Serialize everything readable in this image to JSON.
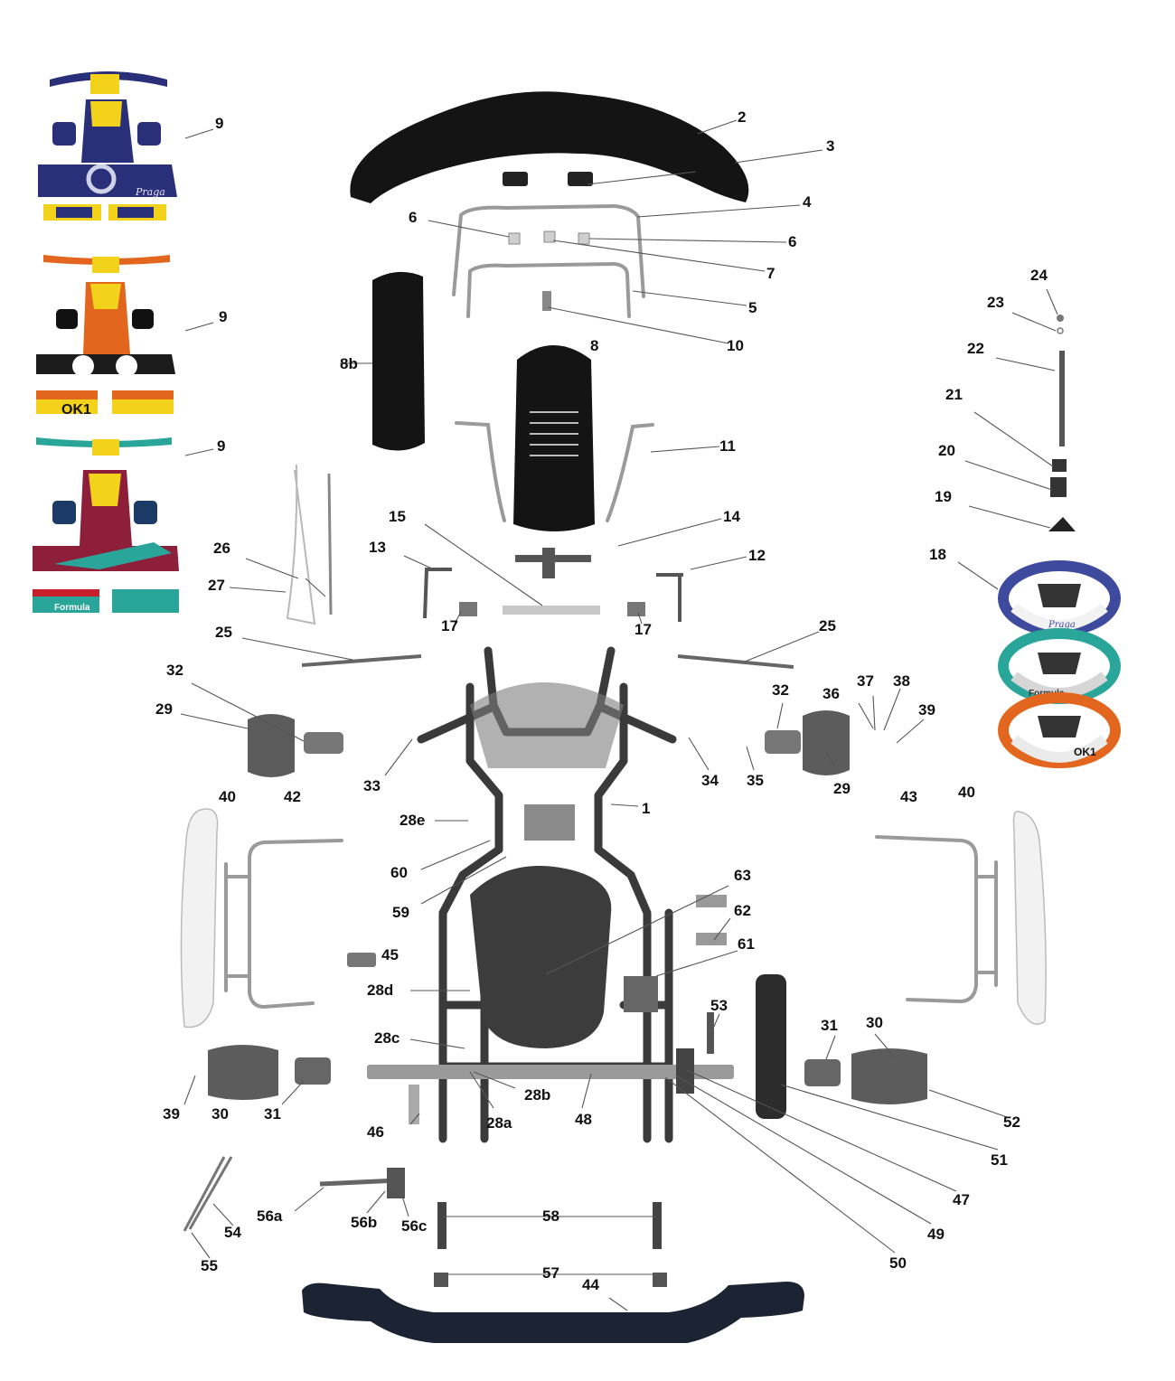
{
  "callouts": [
    {
      "id": "c1",
      "text": "1"
    },
    {
      "id": "c2",
      "text": "2"
    },
    {
      "id": "c3",
      "text": "3"
    },
    {
      "id": "c4",
      "text": "4"
    },
    {
      "id": "c5",
      "text": "5"
    },
    {
      "id": "c6a",
      "text": "6"
    },
    {
      "id": "c6b",
      "text": "6"
    },
    {
      "id": "c7",
      "text": "7"
    },
    {
      "id": "c8",
      "text": "8"
    },
    {
      "id": "c8b",
      "text": "8b"
    },
    {
      "id": "c9a",
      "text": "9"
    },
    {
      "id": "c9b",
      "text": "9"
    },
    {
      "id": "c9c",
      "text": "9"
    },
    {
      "id": "c10",
      "text": "10"
    },
    {
      "id": "c11",
      "text": "11"
    },
    {
      "id": "c12",
      "text": "12"
    },
    {
      "id": "c13",
      "text": "13"
    },
    {
      "id": "c14",
      "text": "14"
    },
    {
      "id": "c15",
      "text": "15"
    },
    {
      "id": "c17a",
      "text": "17"
    },
    {
      "id": "c17b",
      "text": "17"
    },
    {
      "id": "c18",
      "text": "18"
    },
    {
      "id": "c19",
      "text": "19"
    },
    {
      "id": "c20",
      "text": "20"
    },
    {
      "id": "c21",
      "text": "21"
    },
    {
      "id": "c22",
      "text": "22"
    },
    {
      "id": "c23",
      "text": "23"
    },
    {
      "id": "c24",
      "text": "24"
    },
    {
      "id": "c25a",
      "text": "25"
    },
    {
      "id": "c25b",
      "text": "25"
    },
    {
      "id": "c26",
      "text": "26"
    },
    {
      "id": "c27",
      "text": "27"
    },
    {
      "id": "c28a",
      "text": "28a"
    },
    {
      "id": "c28b",
      "text": "28b"
    },
    {
      "id": "c28c",
      "text": "28c"
    },
    {
      "id": "c28d",
      "text": "28d"
    },
    {
      "id": "c28e",
      "text": "28e"
    },
    {
      "id": "c29a",
      "text": "29"
    },
    {
      "id": "c29b",
      "text": "29"
    },
    {
      "id": "c30a",
      "text": "30"
    },
    {
      "id": "c30b",
      "text": "30"
    },
    {
      "id": "c31a",
      "text": "31"
    },
    {
      "id": "c31b",
      "text": "31"
    },
    {
      "id": "c32a",
      "text": "32"
    },
    {
      "id": "c32b",
      "text": "32"
    },
    {
      "id": "c33",
      "text": "33"
    },
    {
      "id": "c34",
      "text": "34"
    },
    {
      "id": "c35",
      "text": "35"
    },
    {
      "id": "c36",
      "text": "36"
    },
    {
      "id": "c37",
      "text": "37"
    },
    {
      "id": "c38",
      "text": "38"
    },
    {
      "id": "c39a",
      "text": "39"
    },
    {
      "id": "c39b",
      "text": "39"
    },
    {
      "id": "c40a",
      "text": "40"
    },
    {
      "id": "c40b",
      "text": "40"
    },
    {
      "id": "c42",
      "text": "42"
    },
    {
      "id": "c43",
      "text": "43"
    },
    {
      "id": "c44",
      "text": "44"
    },
    {
      "id": "c45",
      "text": "45"
    },
    {
      "id": "c46",
      "text": "46"
    },
    {
      "id": "c47",
      "text": "47"
    },
    {
      "id": "c48",
      "text": "48"
    },
    {
      "id": "c49",
      "text": "49"
    },
    {
      "id": "c50",
      "text": "50"
    },
    {
      "id": "c51",
      "text": "51"
    },
    {
      "id": "c52",
      "text": "52"
    },
    {
      "id": "c53",
      "text": "53"
    },
    {
      "id": "c54",
      "text": "54"
    },
    {
      "id": "c55",
      "text": "55"
    },
    {
      "id": "c56a",
      "text": "56a"
    },
    {
      "id": "c56b",
      "text": "56b"
    },
    {
      "id": "c56c",
      "text": "56c"
    },
    {
      "id": "c57",
      "text": "57"
    },
    {
      "id": "c58",
      "text": "58"
    },
    {
      "id": "c59",
      "text": "59"
    },
    {
      "id": "c60",
      "text": "60"
    },
    {
      "id": "c61",
      "text": "61"
    },
    {
      "id": "c62",
      "text": "62"
    },
    {
      "id": "c63",
      "text": "63"
    }
  ],
  "logos": {
    "sticker_kit_1": "Praga",
    "sticker_kit_2": "OK1",
    "sticker_kit_3": "Formula",
    "wheel_1": "Praga",
    "wheel_2": "Formula",
    "wheel_3": "OK1"
  },
  "colors": {
    "kit1_primary": "#2a2f7a",
    "kit1_accent": "#f2d21a",
    "kit2_primary": "#e2661e",
    "kit2_accent": "#f2d21a",
    "kit3_primary": "#2aa59a",
    "kit3_accent": "#c8202a",
    "bodywork": "#141414",
    "frame": "#3a3a3a"
  }
}
